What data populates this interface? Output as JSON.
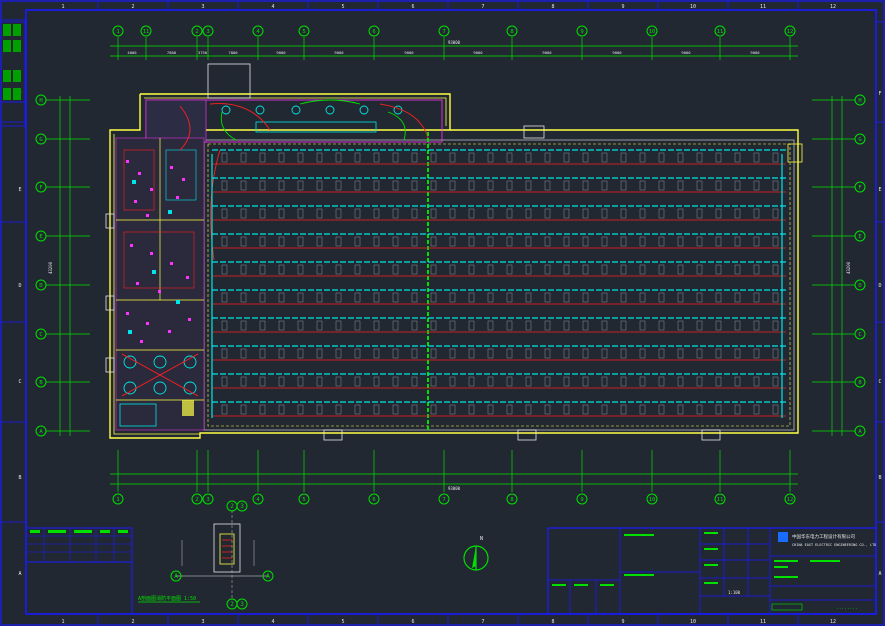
{
  "grid": {
    "columns": [
      "1",
      "11",
      "2",
      "3",
      "4",
      "5",
      "6",
      "7",
      "8",
      "9",
      "10",
      "11",
      "12"
    ],
    "columns_bottom": [
      "1",
      "2",
      "3",
      "4",
      "5",
      "6",
      "7",
      "8",
      "9",
      "10",
      "11",
      "12"
    ],
    "rows_left": [
      "H",
      "G",
      "F",
      "E",
      "D",
      "C",
      "B",
      "A"
    ],
    "rows_right": [
      "H",
      "G",
      "F",
      "E",
      "D",
      "C",
      "B",
      "A"
    ]
  },
  "frame_ticks": {
    "top": [
      "1",
      "2",
      "3",
      "4",
      "5",
      "6",
      "7",
      "8",
      "9",
      "10",
      "11",
      "12"
    ],
    "side": [
      "A",
      "B",
      "C",
      "D",
      "E",
      "F"
    ]
  },
  "dimensions": {
    "top_total": "93000",
    "top_segments": [
      "4000",
      "7800",
      "3750",
      "7800",
      "9000",
      "9000",
      "9000",
      "9000",
      "9000",
      "9000",
      "9000",
      "9000"
    ],
    "bottom_total": "93000",
    "left_total": "43200",
    "right_total": "43200"
  },
  "section": {
    "title": "A剖面图消防平面图 1:50",
    "marks": [
      "2",
      "3",
      "A",
      "A",
      "2",
      "3"
    ]
  },
  "title_block": {
    "company_cn": "中国华东电力工程设计有限公司",
    "company_en": "CHINA EAST ELECTRIC ENGINEERING CO., LTD",
    "drawing_no": "·····-··",
    "scale": "1:100"
  },
  "colors": {
    "background": "#222831",
    "frame": "#1a1aff",
    "grid_line": "#00e000",
    "wall": "#ffff44",
    "fixture": "#00e5e5",
    "wire": "#ff2020",
    "accent": "#ff33ff",
    "white": "#e8e8e8"
  }
}
